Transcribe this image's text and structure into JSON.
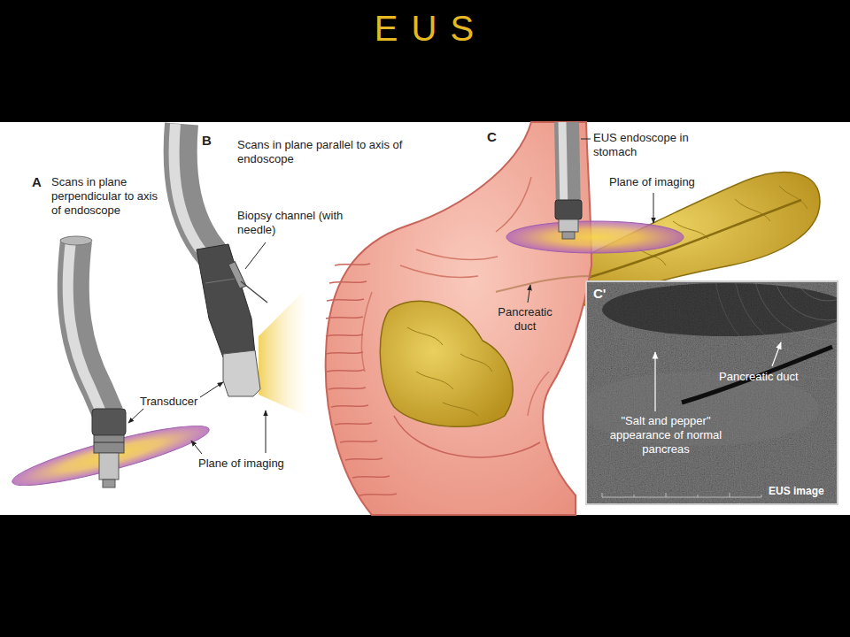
{
  "diagram": {
    "title": "E U S",
    "nodes": [
      {
        "text": [
          "C'",
          "Pancreatic duct",
          "\"Salt and pepper\" appearance of normal pancreas",
          "EUS image"
        ]
      }
    ],
    "labels": [
      "A",
      "Scans in plane perpendicular to axis of endoscope",
      "B",
      "Scans in plane parallel to axis of endoscope",
      "Biopsy channel (with needle)",
      "Transducer",
      "Plane of imaging",
      "C",
      "EUS endoscope in stomach",
      "Plane of imaging",
      "Pancreatic duct"
    ]
  }
}
